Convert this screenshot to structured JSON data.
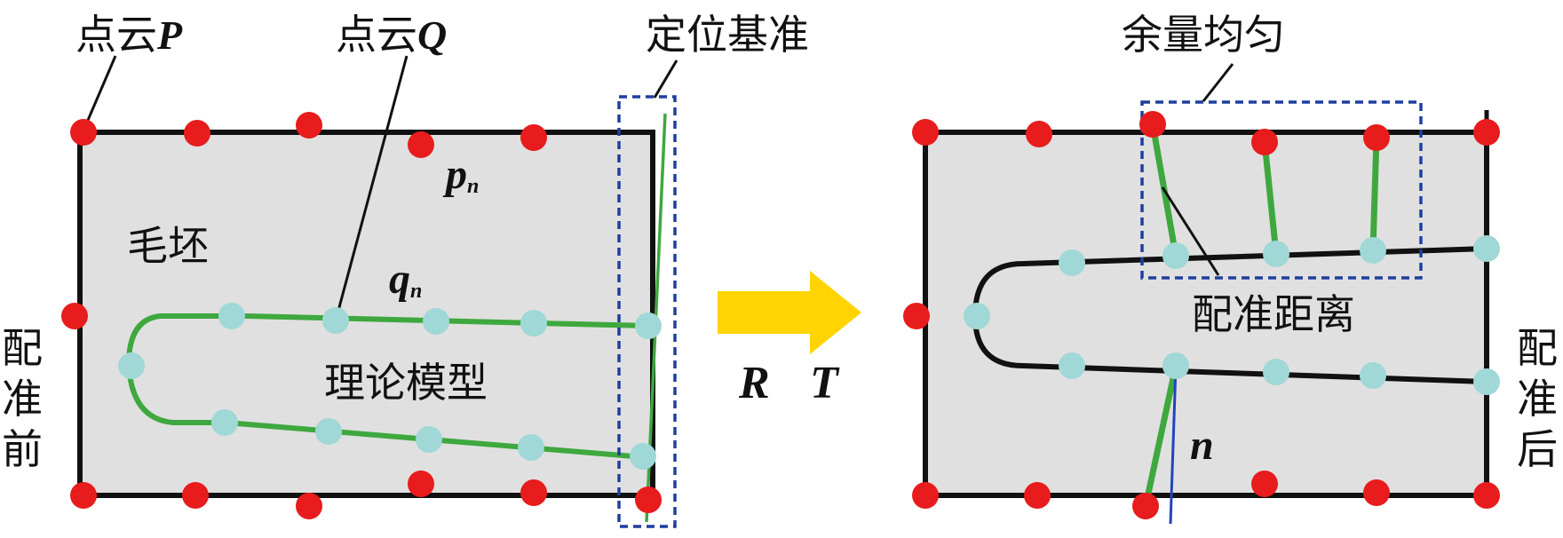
{
  "labels": {
    "cloud_p_prefix": "点云",
    "cloud_p_var": "P",
    "cloud_q_prefix": "点云",
    "cloud_q_var": "Q",
    "datum": "定位基准",
    "blank": "毛坯",
    "theory_model": "理论模型",
    "pn_main": "p",
    "pn_sub": "n",
    "qn_main": "q",
    "qn_sub": "n",
    "before_1": "配",
    "before_2": "准",
    "before_3": "前",
    "transform_r": "R",
    "transform_t": "T",
    "uniform_allowance": "余量均匀",
    "reg_distance": "配准距离",
    "normal": "n",
    "after_1": "配",
    "after_2": "准",
    "after_3": "后"
  },
  "colors": {
    "blank_fill": "#e0e0e0",
    "outline": "#111111",
    "point_p": "#e81c1c",
    "point_q": "#9fd8d6",
    "model_line": "#3ea83e",
    "dash_box": "#1f3f9f",
    "arrow": "#ffd400",
    "normal_line": "#2244bb"
  }
}
